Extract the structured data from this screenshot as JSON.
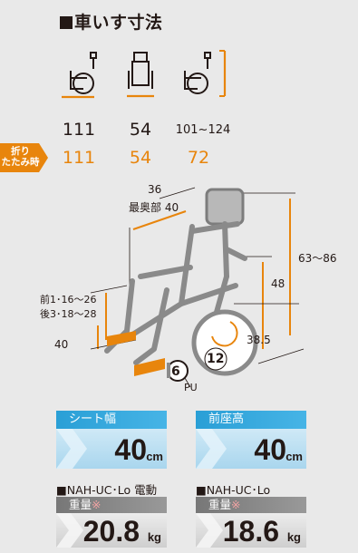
{
  "title": "車いす寸法",
  "icons": [
    "wheelchair-side-icon",
    "wheelchair-front-icon",
    "wheelchair-side-height-icon"
  ],
  "dimensions": {
    "normal": [
      "111",
      "54",
      "101~124"
    ],
    "folded_label": "折り たたみ時",
    "folded_label_line1": "折り",
    "folded_label_line2": "たたみ時",
    "folded": [
      "111",
      "54",
      "72"
    ]
  },
  "diagram": {
    "width_top": "36",
    "depth_label": "最奥部 40",
    "height_total": "63～86",
    "height_back": "48",
    "height_seat": "38.5",
    "footrest_front": "前1･16～26",
    "footrest_rear": "後3･18～28",
    "leg_length": "40",
    "rear_wheel": "12",
    "front_wheel": "6",
    "caster_type": "PU"
  },
  "specs": [
    {
      "label": "シート幅",
      "value": "40",
      "unit": "cm"
    },
    {
      "label": "前座高",
      "value": "40",
      "unit": "cm"
    }
  ],
  "weights": [
    {
      "model": "■NAH-UC･Lo 電動",
      "label": "重量",
      "mark": "※",
      "value": "20.8",
      "unit": "kg"
    },
    {
      "model": "■NAH-UC･Lo",
      "label": "重量",
      "mark": "※",
      "value": "18.6",
      "unit": "kg"
    }
  ],
  "colors": {
    "orange": "#e8850c",
    "blue": "#2a9fd6",
    "frame": "#7d7d7d"
  }
}
